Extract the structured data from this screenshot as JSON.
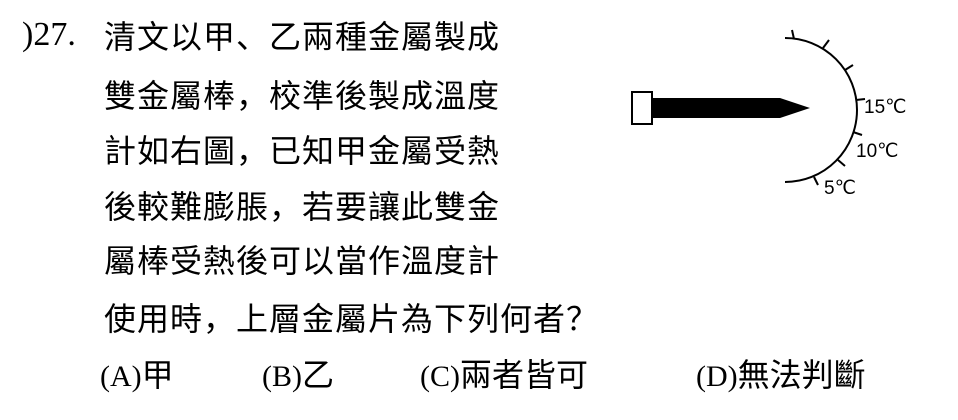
{
  "question": {
    "number": ")27.",
    "lines": [
      "清文以甲、乙兩種金屬製成",
      "雙金屬棒，校準後製成溫度",
      "計如右圖，已知甲金屬受熱",
      "後較難膨脹，若要讓此雙金",
      "屬棒受熱後可以當作溫度計",
      "使用時，上層金屬片為下列何者？"
    ]
  },
  "options": [
    {
      "label": "(A)",
      "text": "甲"
    },
    {
      "label": "(B)",
      "text": "乙"
    },
    {
      "label": "(C)",
      "text": "兩者皆可"
    },
    {
      "label": "(D)",
      "text": "無法判斷"
    }
  ],
  "diagram": {
    "scale_labels": [
      "15℃",
      "10℃",
      "5℃"
    ]
  }
}
